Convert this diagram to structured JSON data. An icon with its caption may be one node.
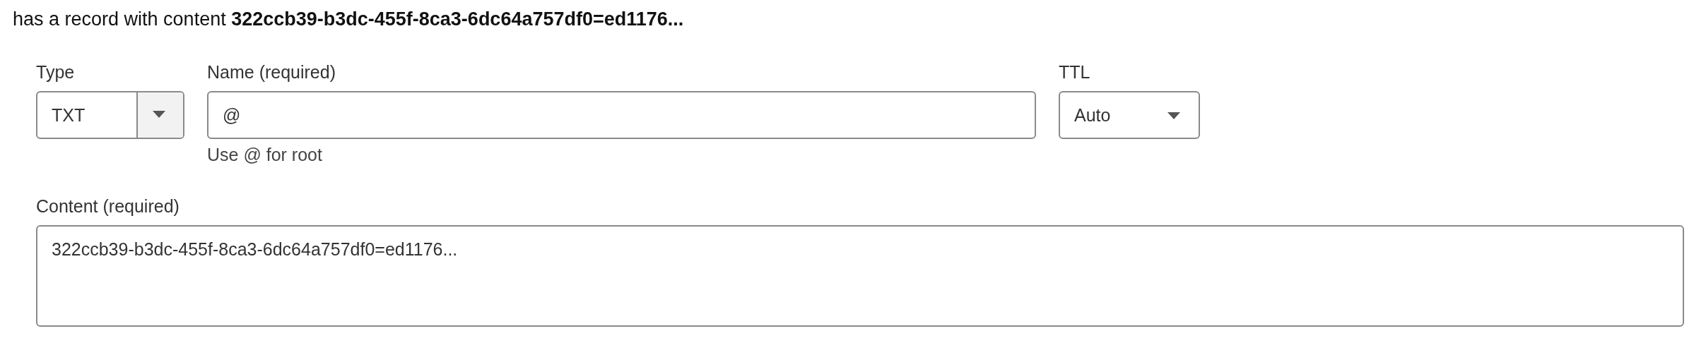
{
  "diagram": {
    "labels": [
      "has a record with content **322ccb39-b3dc-455f-8ca3-6dc64a757df0=ed1176...**",
      "Type",
      "TXT",
      "Name (required)",
      "@",
      "Use @ for root",
      "TTL",
      "Auto",
      "Content (required)",
      "322ccb39-b3dc-455f-8ca3-6dc64a757df0=ed1176..."
    ]
  }
}
